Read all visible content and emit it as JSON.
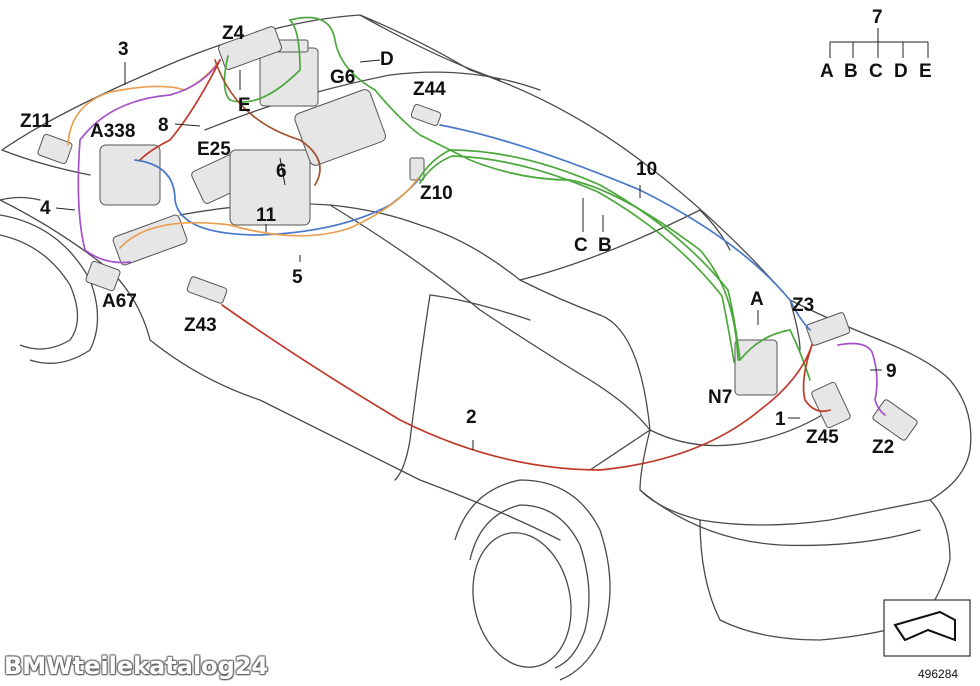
{
  "labels": {
    "n1": "1",
    "n2": "2",
    "n3": "3",
    "n4": "4",
    "n5": "5",
    "n6": "6",
    "n7": "7",
    "n8": "8",
    "n9": "9",
    "n10": "10",
    "n11": "11",
    "A": "A",
    "B": "B",
    "C": "C",
    "D": "D",
    "E": "E",
    "legend_A": "A",
    "legend_B": "B",
    "legend_C": "C",
    "legend_D": "D",
    "legend_E": "E",
    "Z4": "Z4",
    "Z11": "Z11",
    "A338": "A338",
    "E25": "E25",
    "G6": "G6",
    "Z44": "Z44",
    "Z10": "Z10",
    "A67": "A67",
    "Z43": "Z43",
    "Z3": "Z3",
    "N7": "N7",
    "Z45": "Z45",
    "Z2": "Z2"
  },
  "diagram_id": "496284",
  "watermark": "BMWteilekatalog24",
  "colors": {
    "outline": "#4a4a4a",
    "wire_green": "#4ca83c",
    "wire_blue": "#4a78c8",
    "wire_orange": "#e8a050",
    "wire_purple": "#a452c9",
    "wire_red": "#c0392b",
    "wire_brown": "#a0522d"
  },
  "icons": {
    "nav_arrow": "view-direction-arrow-icon"
  }
}
